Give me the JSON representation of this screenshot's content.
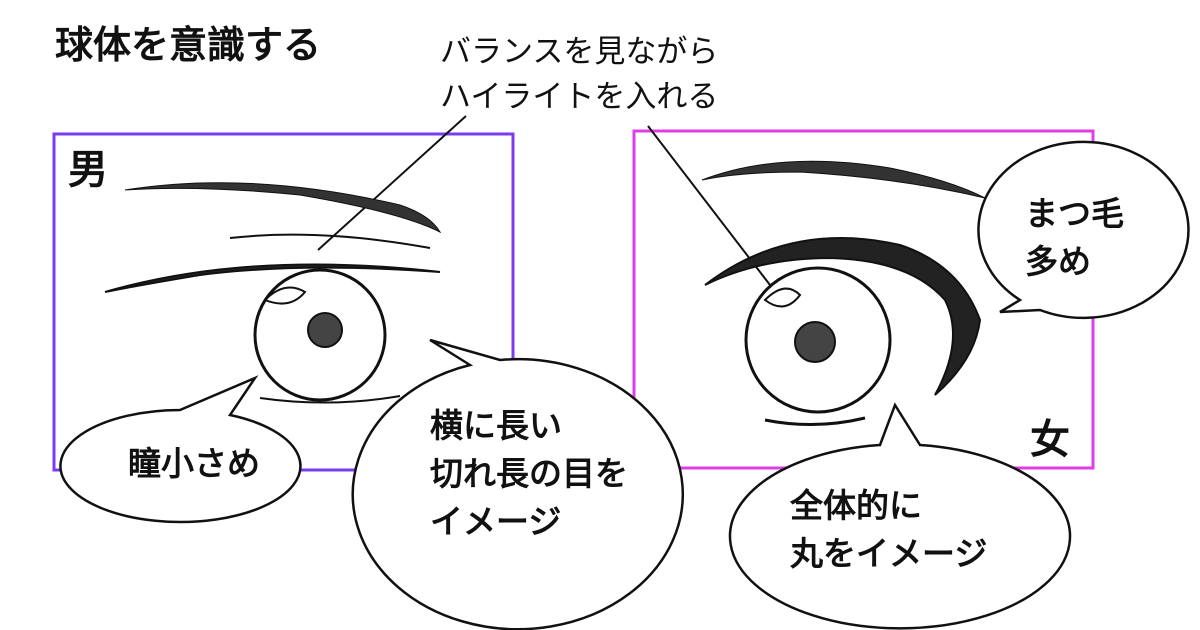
{
  "title": "球体を意識する",
  "note": {
    "line1": "バランスを見ながら",
    "line2": "ハイライトを入れる"
  },
  "male": {
    "label": "男",
    "color": "#7a3cf0",
    "bubbles": {
      "pupil": "瞳小さめ",
      "shape": [
        "横に長い",
        "切れ長の目を",
        "イメージ"
      ]
    }
  },
  "female": {
    "label": "女",
    "color": "#e03ce8",
    "bubbles": {
      "lashes": [
        "まつ毛",
        "多め"
      ],
      "round": [
        "全体的に",
        "丸をイメージ"
      ]
    }
  }
}
